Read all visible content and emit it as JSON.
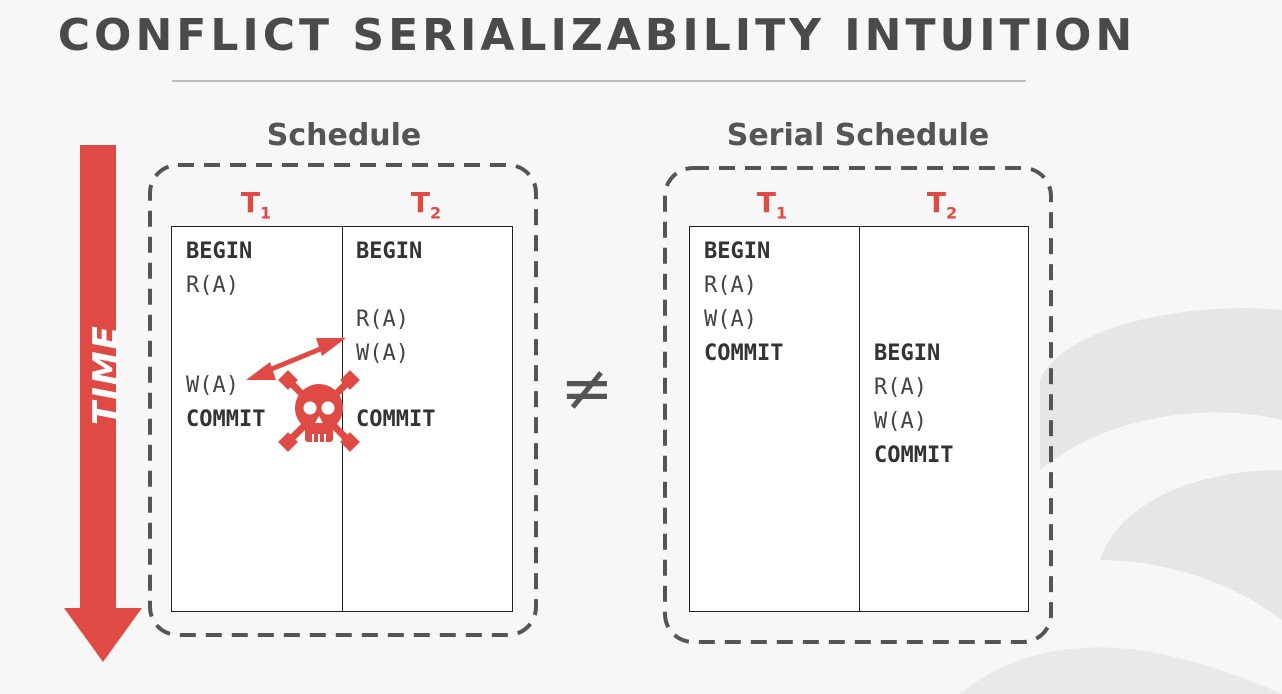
{
  "slide": {
    "title": "CONFLICT SERIALIZABILITY INTUITION",
    "time_label": "TIME",
    "not_equal_symbol": "≠"
  },
  "left_schedule": {
    "title": "Schedule",
    "t1_header": "T",
    "t1_sub": "1",
    "t2_header": "T",
    "t2_sub": "2",
    "t1_ops": [
      "BEGIN",
      "R(A)",
      "W(A)",
      "COMMIT"
    ],
    "t2_ops": [
      "BEGIN",
      "R(A)",
      "W(A)",
      "COMMIT"
    ],
    "conflict_icon": "skull-crossbones-icon",
    "conflict_arrow": "double-headed-arrow"
  },
  "right_schedule": {
    "title": "Serial Schedule",
    "t1_header": "T",
    "t1_sub": "1",
    "t2_header": "T",
    "t2_sub": "2",
    "t1_ops": [
      "BEGIN",
      "R(A)",
      "W(A)",
      "COMMIT"
    ],
    "t2_ops": [
      "BEGIN",
      "R(A)",
      "W(A)",
      "COMMIT"
    ]
  },
  "colors": {
    "accent_red": "#e04a45",
    "text_gray": "#4a4a4a",
    "dashed_border": "#555555"
  }
}
